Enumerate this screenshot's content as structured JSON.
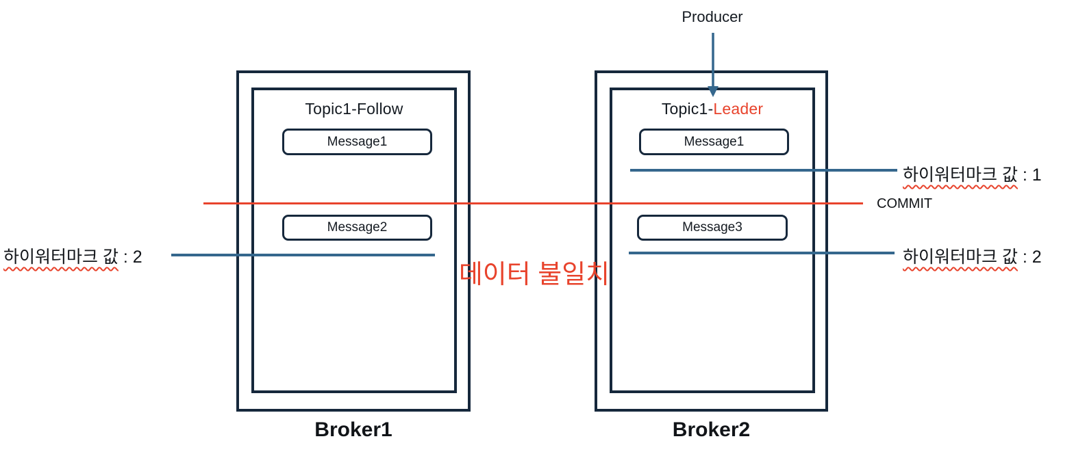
{
  "diagram": {
    "producer_label": "Producer",
    "commit_label": "COMMIT",
    "center_note": "데이터 불일치"
  },
  "brokers": [
    {
      "name": "Broker1",
      "topic_prefix": "Topic1-",
      "topic_suffix": "Follow",
      "messages": [
        "Message1",
        "Message2"
      ]
    },
    {
      "name": "Broker2",
      "topic_prefix": "Topic1-",
      "topic_suffix": "Leader",
      "messages": [
        "Message1",
        "Message3"
      ]
    }
  ],
  "watermarks": {
    "left": {
      "term": "하이워터마크 값",
      "value": " : 2"
    },
    "right_top": {
      "term": "하이워터마크 값",
      "value": " : 1"
    },
    "right_bottom": {
      "term": "하이워터마크 값",
      "value": " : 2"
    }
  },
  "colors": {
    "box_border": "#16283C",
    "line_blue": "#35678D",
    "accent_red": "#E8432C",
    "text_dark": "#111418"
  }
}
